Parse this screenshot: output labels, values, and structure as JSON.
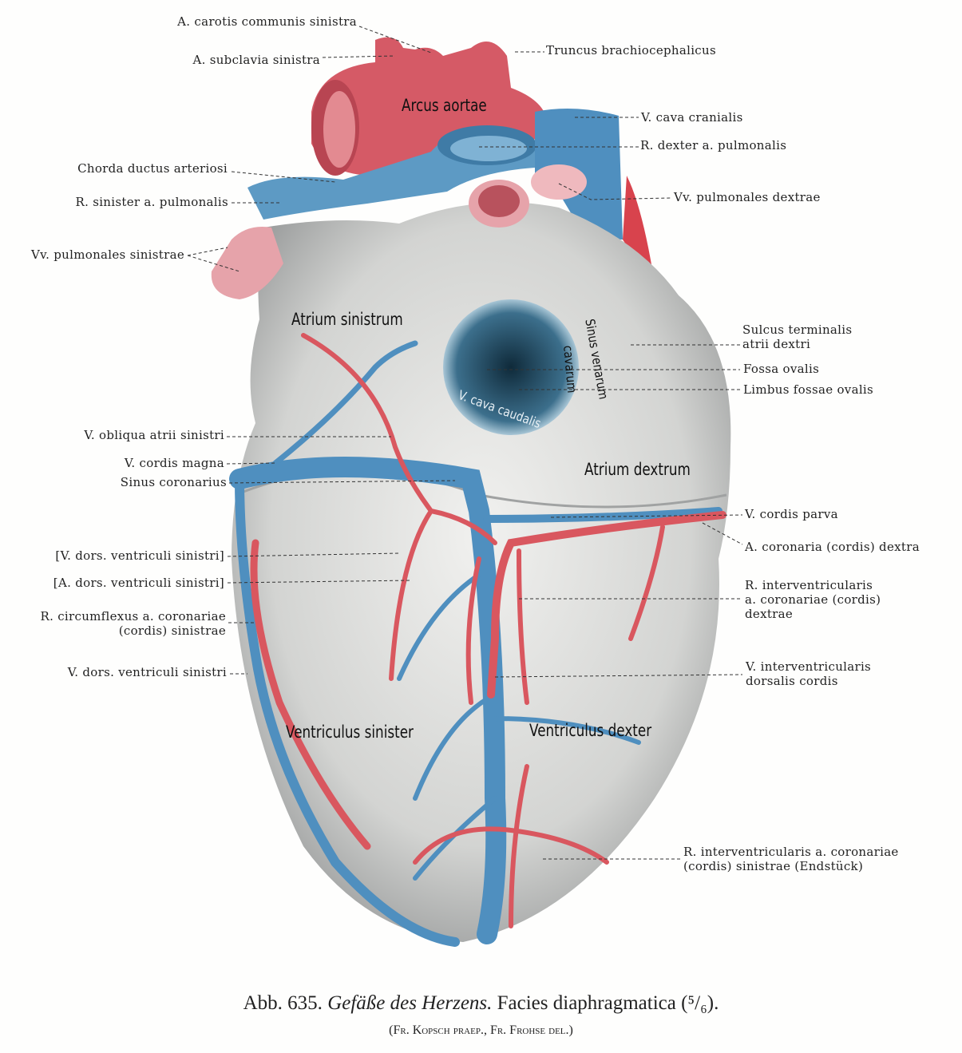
{
  "labels_left": {
    "carotis": "A. carotis communis sinistra",
    "subclavia": "A. subclavia sinistra",
    "chorda": "Chorda ductus arteriosi",
    "r_sinister_pulm": "R. sinister a. pulmonalis",
    "vv_pulm_sin": "Vv. pulmonales sinistrae",
    "v_obliqua": "V. obliqua atrii sinistri",
    "v_cordis_magna": "V. cordis magna",
    "sinus_coronarius": "Sinus coronarius",
    "v_dors_bracket": "[V. dors. ventriculi sinistri]",
    "a_dors_bracket": "[A. dors. ventriculi sinistri]",
    "r_circumflexus_1": "R. circumflexus a. coronariae",
    "r_circumflexus_2": "(cordis) sinistrae",
    "v_dors": "V. dors. ventriculi sinistri"
  },
  "labels_right": {
    "truncus": "Truncus brachiocephalicus",
    "v_cava_cran": "V. cava cranialis",
    "r_dexter_pulm": "R. dexter a. pulmonalis",
    "vv_pulm_dex": "Vv. pulmonales dextrae",
    "sulcus_1": "Sulcus terminalis",
    "sulcus_2": "atrii dextri",
    "fossa": "Fossa ovalis",
    "limbus": "Limbus fossae ovalis",
    "v_cordis_parva": "V. cordis parva",
    "a_coronaria_dex": "A. coronaria (cordis) dextra",
    "r_interv_dex_1": "R. interventricularis",
    "r_interv_dex_2": "a. coronariae (cordis)",
    "r_interv_dex_3": "dextrae",
    "v_interv_1": "V. interventricularis",
    "v_interv_2": "dorsalis cordis",
    "r_interv_sin_1": "R. interventricularis a. coronariae",
    "r_interv_sin_2": "(cordis) sinistrae (Endstück)"
  },
  "labels_inner": {
    "arcus": "Arcus aortae",
    "atrium_sin": "Atrium sinistrum",
    "sinus_venarum": "Sinus venarum",
    "cavarum": "cavarum",
    "v_cava_caud": "V. cava caudalis",
    "atrium_dex": "Atrium dextrum",
    "ventr_sin": "Ventriculus sinister",
    "ventr_dex": "Ventriculus dexter"
  },
  "caption": {
    "prefix": "Abb. 635.",
    "title": "Gefäße des Herzens.",
    "subtitle": "Facies diaphragmatica (⁵/₆).",
    "credit": "(Fr. Kopsch praep., Fr. Frohse del.)"
  },
  "colors": {
    "artery": "#d9575f",
    "vein": "#4f8fbf",
    "tissue": "#d9d9d6"
  }
}
